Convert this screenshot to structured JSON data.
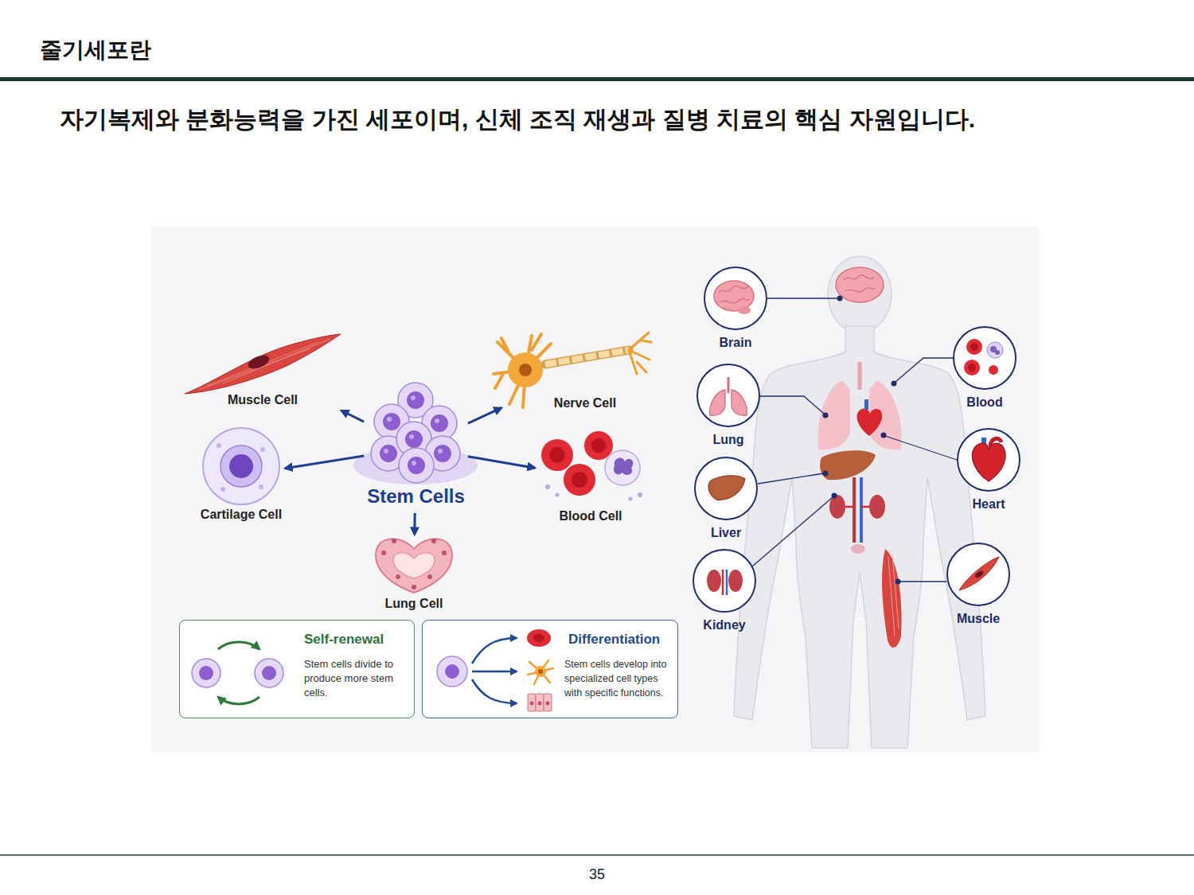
{
  "diagram": {
    "title": "줄기세포란",
    "nodes": [
      {
        "text": [
          "Muscle Cell"
        ]
      },
      {
        "text": [
          "Nerve Cell"
        ]
      },
      {
        "text": [
          "Stem Cells"
        ]
      },
      {
        "text": [
          "Cartilage Cell"
        ]
      },
      {
        "text": [
          "Blood Cell"
        ]
      },
      {
        "text": [
          "Lung Cell"
        ]
      },
      {
        "text": [
          "Self-renewal",
          "Stem cells divide to produce more stem cells."
        ]
      },
      {
        "text": [
          "Differentiation",
          "Stem cells develop into specialized cell types with specific functions."
        ]
      },
      {
        "text": [
          "Brain"
        ]
      },
      {
        "text": [
          "Blood"
        ]
      },
      {
        "text": [
          "Lung"
        ]
      },
      {
        "text": [
          "Heart"
        ]
      },
      {
        "text": [
          "Liver"
        ]
      },
      {
        "text": [
          "Muscle"
        ]
      },
      {
        "text": [
          "Kidney"
        ]
      }
    ],
    "edges": [
      {
        "from": 2,
        "to": 0,
        "arrow": "to"
      },
      {
        "from": 2,
        "to": 1,
        "arrow": "to"
      },
      {
        "from": 2,
        "to": 3,
        "arrow": "to"
      },
      {
        "from": 2,
        "to": 4,
        "arrow": "to"
      },
      {
        "from": 2,
        "to": 5,
        "arrow": "to"
      }
    ],
    "labels": [
      "자기복제와 분화능력을 가진 세포이며, 신체 조직 재생과 질병 치료의 핵심 자원입니다.",
      "35"
    ]
  }
}
